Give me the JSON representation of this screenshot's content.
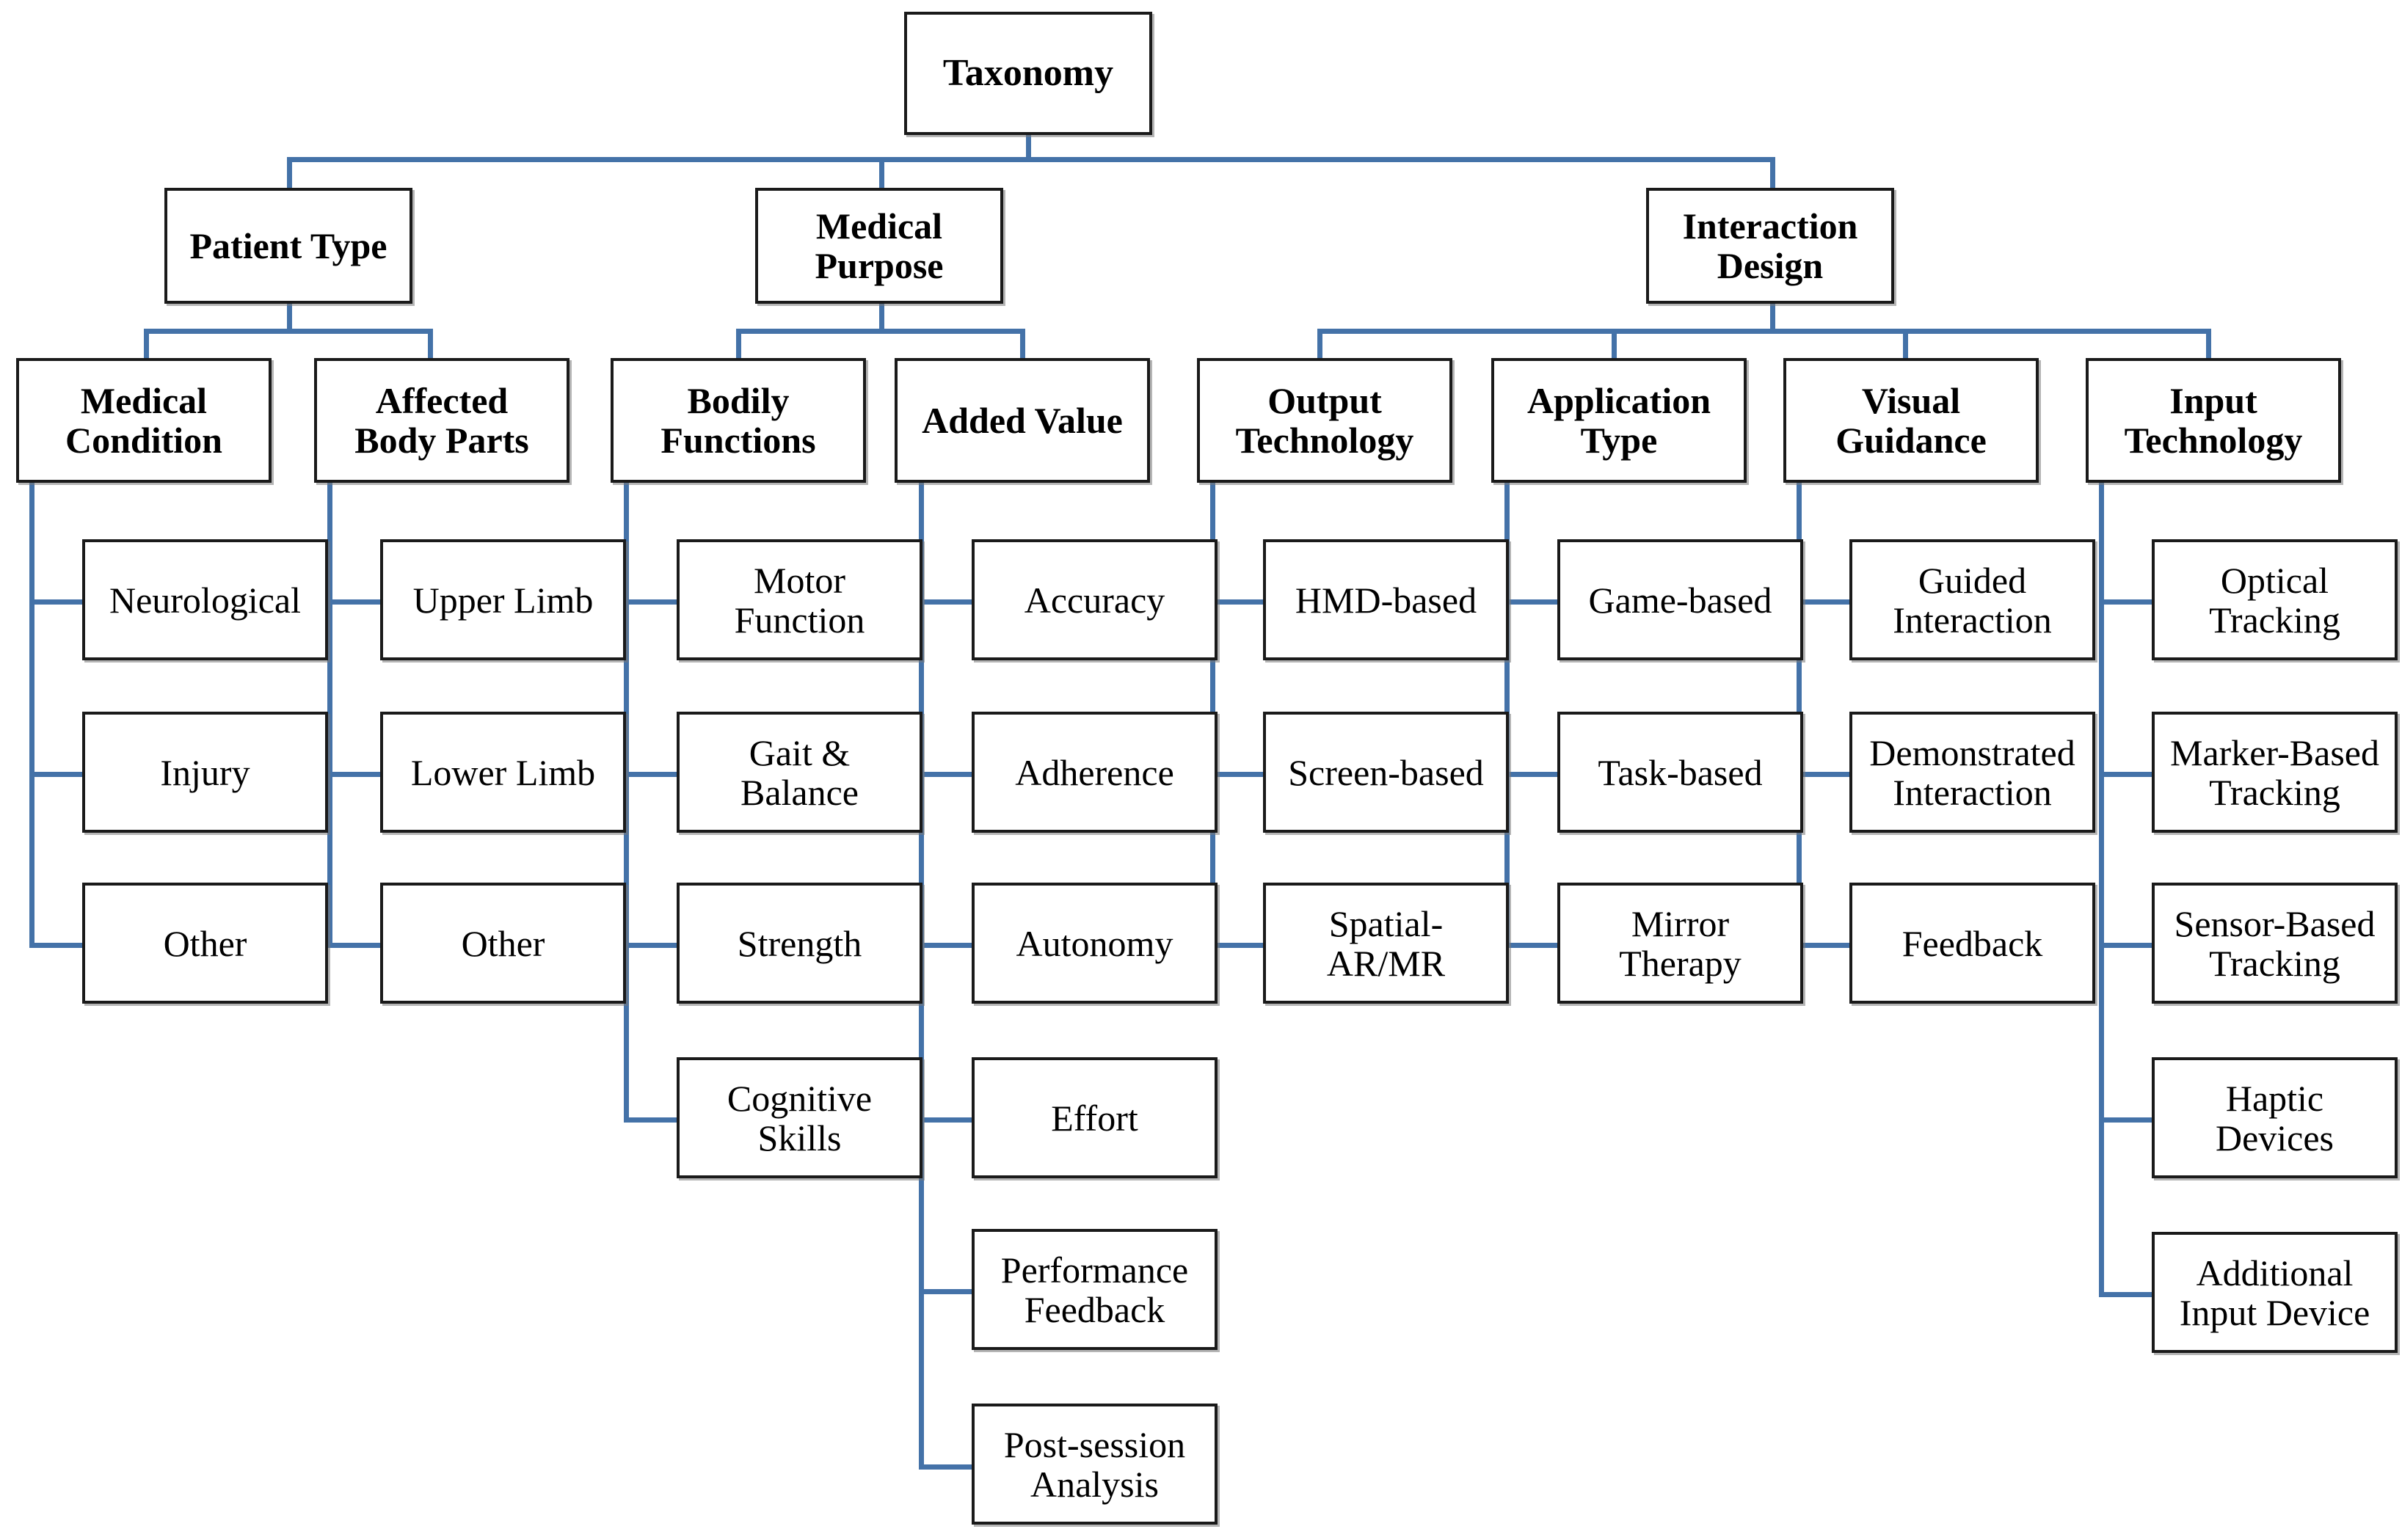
{
  "diagram": {
    "title": "Taxonomy",
    "root": {
      "label": "Taxonomy"
    },
    "branches": [
      {
        "label": "Patient Type"
      },
      {
        "label": "Medical\nPurpose"
      },
      {
        "label": "Interaction\nDesign"
      }
    ],
    "categories": [
      {
        "label": "Medical\nCondition",
        "parent": "Patient Type",
        "items": [
          {
            "label": "Neurological"
          },
          {
            "label": "Injury"
          },
          {
            "label": "Other"
          }
        ]
      },
      {
        "label": "Affected\nBody Parts",
        "parent": "Patient Type",
        "items": [
          {
            "label": "Upper Limb"
          },
          {
            "label": "Lower Limb"
          },
          {
            "label": "Other"
          }
        ]
      },
      {
        "label": "Bodily\nFunctions",
        "parent": "Medical Purpose",
        "items": [
          {
            "label": "Motor\nFunction"
          },
          {
            "label": "Gait &\nBalance"
          },
          {
            "label": "Strength"
          },
          {
            "label": "Cognitive\nSkills"
          }
        ]
      },
      {
        "label": "Added Value",
        "parent": "Medical Purpose",
        "items": [
          {
            "label": "Accuracy"
          },
          {
            "label": "Adherence"
          },
          {
            "label": "Autonomy"
          },
          {
            "label": "Effort"
          },
          {
            "label": "Performance\nFeedback"
          },
          {
            "label": "Post-session\nAnalysis"
          }
        ]
      },
      {
        "label": "Output\nTechnology",
        "parent": "Interaction Design",
        "items": [
          {
            "label": "HMD-based"
          },
          {
            "label": "Screen-based"
          },
          {
            "label": "Spatial-\nAR/MR"
          }
        ]
      },
      {
        "label": "Application\nType",
        "parent": "Interaction Design",
        "items": [
          {
            "label": "Game-based"
          },
          {
            "label": "Task-based"
          },
          {
            "label": "Mirror\nTherapy"
          }
        ]
      },
      {
        "label": "Visual\nGuidance",
        "parent": "Interaction Design",
        "items": [
          {
            "label": "Guided\nInteraction"
          },
          {
            "label": "Demonstrated\nInteraction"
          },
          {
            "label": "Feedback"
          }
        ]
      },
      {
        "label": "Input\nTechnology",
        "parent": "Interaction Design",
        "items": [
          {
            "label": "Optical\nTracking"
          },
          {
            "label": "Marker-Based\nTracking"
          },
          {
            "label": "Sensor-Based\nTracking"
          },
          {
            "label": "Haptic\nDevices"
          },
          {
            "label": "Additional\nInput Device"
          }
        ]
      }
    ],
    "colors": {
      "connector": "#4472A8",
      "box_border": "#1a1a1a",
      "box_fill": "#ffffff",
      "text": "#000000"
    }
  }
}
